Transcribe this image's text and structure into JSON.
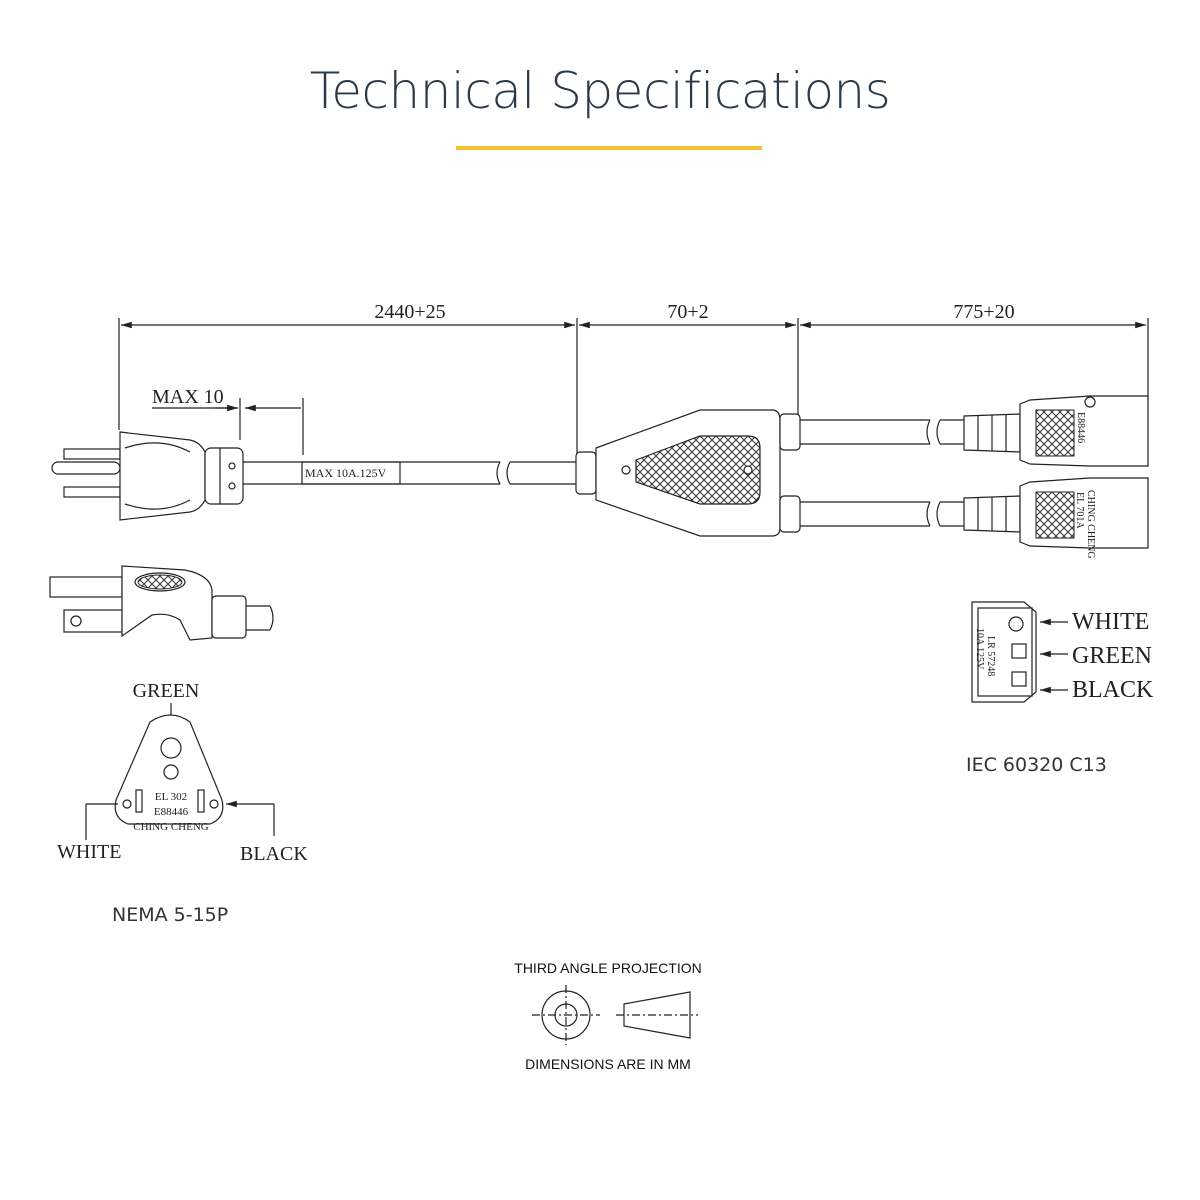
{
  "page": {
    "title": "Technical Specifications"
  },
  "dimensions": {
    "cord_length": "2440+25",
    "splitter_length": "70+2",
    "branch_length": "775+20",
    "max_strip": "MAX 10",
    "cord_marking": "MAX 10A.125V"
  },
  "nema_plug": {
    "green_label": "GREEN",
    "white_label": "WHITE",
    "black_label": "BLACK",
    "face_marking_1": "EL 302",
    "face_marking_2": "E88446",
    "face_marking_3": "CHING CHENG",
    "caption": "NEMA 5-15P"
  },
  "iec_connector": {
    "body_marking_1": "E88446",
    "body_marking_2": "CHING CHENG",
    "body_marking_3": "EL 701A",
    "face_marking_1": "LR 57248",
    "face_marking_2": "10A 125V",
    "white_label": "WHITE",
    "green_label": "GREEN",
    "black_label": "BLACK",
    "caption": "IEC 60320 C13"
  },
  "projection": {
    "title": "THIRD ANGLE PROJECTION",
    "note": "DIMENSIONS ARE IN MM"
  }
}
